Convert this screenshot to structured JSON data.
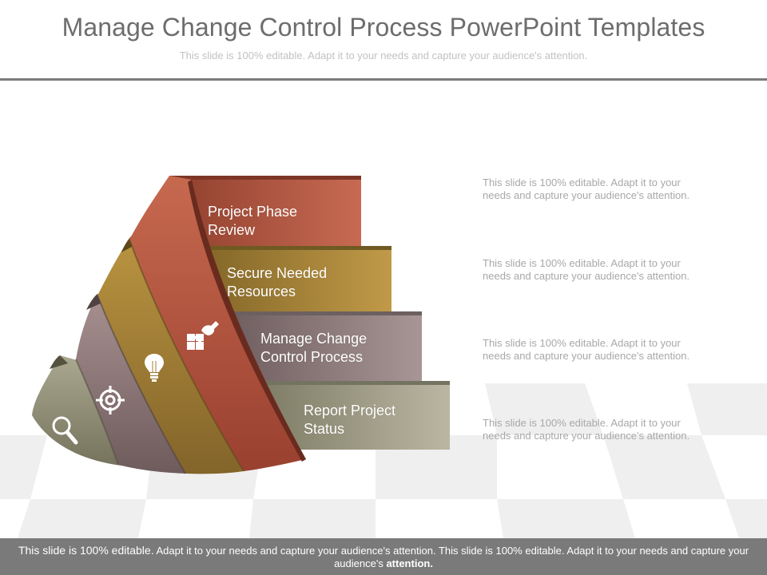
{
  "header": {
    "title": "Manage Change Control Process PowerPoint Templates",
    "subtitle": "This slide is 100% editable. Adapt it to your needs and capture your audience's attention."
  },
  "steps": [
    {
      "label_line1": "Project Phase",
      "label_line2": "Review",
      "icon": "puzzle-hand-icon",
      "color": "#b85a44",
      "description_line1": "This slide is 100% editable. Adapt it to your",
      "description_line2": "needs and capture your audience's attention."
    },
    {
      "label_line1": "Secure Needed",
      "label_line2": "Resources",
      "icon": "lightbulb-icon",
      "color": "#a67f35",
      "description_line1": "This slide is 100% editable. Adapt it to your",
      "description_line2": "needs and capture your audience's attention."
    },
    {
      "label_line1": "Manage Change",
      "label_line2": "Control Process",
      "icon": "target-icon",
      "color": "#8c7676",
      "description_line1": "This slide is 100% editable. Adapt it to your",
      "description_line2": "needs and capture your audience's attention."
    },
    {
      "label_line1": "Report Project",
      "label_line2": "Status",
      "icon": "magnifier-icon",
      "color": "#9c9a83",
      "description_line1": "This slide is 100% editable. Adapt it to your",
      "description_line2": "needs and capture your audience's attention."
    }
  ],
  "footer": {
    "lead": "This slide is 100% editable.",
    "body": " Adapt it to your needs and capture your audience's attention. This slide is 100% editable. Adapt it to your needs and capture your audience's ",
    "bold_tail": "attention."
  },
  "colors": {
    "title": "#6d6d6d",
    "rule": "#7b7b7b",
    "footer_bg": "#7a7a7a",
    "floor_tile": "#efefef"
  }
}
